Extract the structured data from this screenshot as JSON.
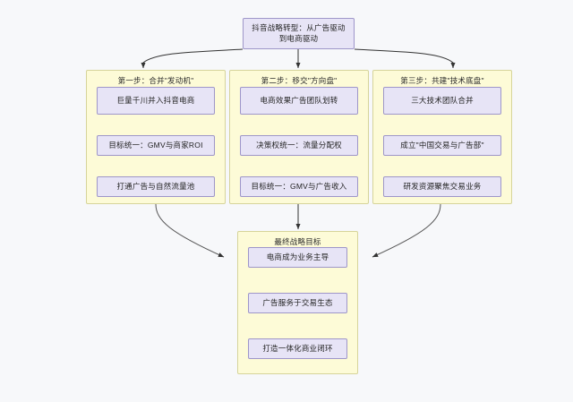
{
  "page": {
    "background": "#f7f8fa",
    "diagram_type": "flowchart",
    "direction": "top-down"
  },
  "theme": {
    "cluster_fill": "#fdfbd7",
    "cluster_stroke": "#d6d49a",
    "node_fill": "#e7e4f6",
    "node_stroke": "#9e96c9",
    "edge_stroke": "#333333",
    "text_color": "#232323"
  },
  "root": {
    "id": "root",
    "label": "抖音战略转型：从广告驱动\n到电商驱动",
    "line1": "抖音战略转型：从广告驱动",
    "line2": "到电商驱动"
  },
  "clusters": [
    {
      "id": "step1",
      "title": "第一步：合并\"发动机\"",
      "nodes": [
        {
          "id": "s1n1",
          "label": "巨量千川并入抖音电商"
        },
        {
          "id": "s1n2",
          "label": "目标统一：GMV与商家ROI"
        },
        {
          "id": "s1n3",
          "label": "打通广告与自然流量池"
        }
      ]
    },
    {
      "id": "step2",
      "title": "第二步：移交\"方向盘\"",
      "nodes": [
        {
          "id": "s2n1",
          "label": "电商效果广告团队划转"
        },
        {
          "id": "s2n2",
          "label": "决策权统一：流量分配权"
        },
        {
          "id": "s2n3",
          "label": "目标统一：GMV与广告收入"
        }
      ]
    },
    {
      "id": "step3",
      "title": "第三步：共建\"技术底盘\"",
      "nodes": [
        {
          "id": "s3n1",
          "label": "三大技术团队合并"
        },
        {
          "id": "s3n2",
          "label": "成立\"中国交易与广告部\""
        },
        {
          "id": "s3n3",
          "label": "研发资源聚焦交易业务"
        }
      ]
    },
    {
      "id": "goal",
      "title": "最终战略目标",
      "nodes": [
        {
          "id": "gn1",
          "label": "电商成为业务主导"
        },
        {
          "id": "gn2",
          "label": "广告服务于交易生态"
        },
        {
          "id": "gn3",
          "label": "打造一体化商业闭环"
        }
      ]
    }
  ],
  "edges": [
    {
      "from": "root",
      "to": "step1",
      "style": "curved"
    },
    {
      "from": "root",
      "to": "step2",
      "style": "straight"
    },
    {
      "from": "root",
      "to": "step3",
      "style": "curved"
    },
    {
      "from": "s1n1",
      "to": "s1n2",
      "style": "straight"
    },
    {
      "from": "s1n2",
      "to": "s1n3",
      "style": "straight"
    },
    {
      "from": "s2n1",
      "to": "s2n2",
      "style": "straight"
    },
    {
      "from": "s2n2",
      "to": "s2n3",
      "style": "straight"
    },
    {
      "from": "s3n1",
      "to": "s3n2",
      "style": "straight"
    },
    {
      "from": "s3n2",
      "to": "s3n3",
      "style": "straight"
    },
    {
      "from": "step1",
      "to": "goal",
      "style": "curved"
    },
    {
      "from": "step2",
      "to": "goal",
      "style": "straight"
    },
    {
      "from": "step3",
      "to": "goal",
      "style": "curved"
    }
  ]
}
